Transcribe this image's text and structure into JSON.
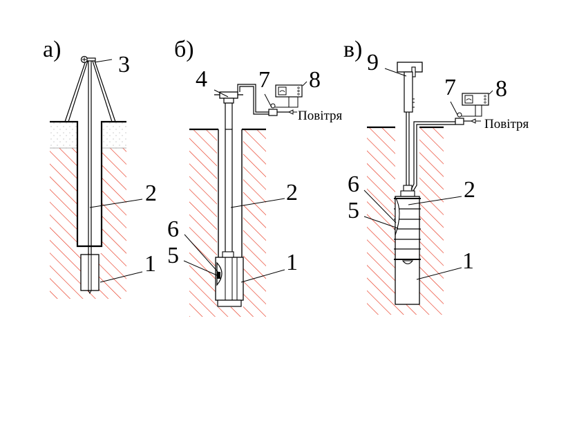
{
  "panels": {
    "a": {
      "label": "а)",
      "callouts": {
        "c3": "3",
        "c2": "2",
        "c1": "1"
      }
    },
    "b": {
      "label": "б)",
      "callouts": {
        "c4": "4",
        "c7": "7",
        "c8": "8",
        "c2": "2",
        "c6": "6",
        "c5": "5",
        "c1": "1"
      },
      "air_label": "Повітря"
    },
    "v": {
      "label": "в)",
      "callouts": {
        "c9": "9",
        "c7": "7",
        "c8": "8",
        "c6": "6",
        "c2": "2",
        "c5": "5",
        "c1": "1"
      },
      "air_label": "Повітря"
    }
  },
  "colors": {
    "hatch": "#e8341c",
    "line": "#000000",
    "sand": "#bdbdbd"
  }
}
